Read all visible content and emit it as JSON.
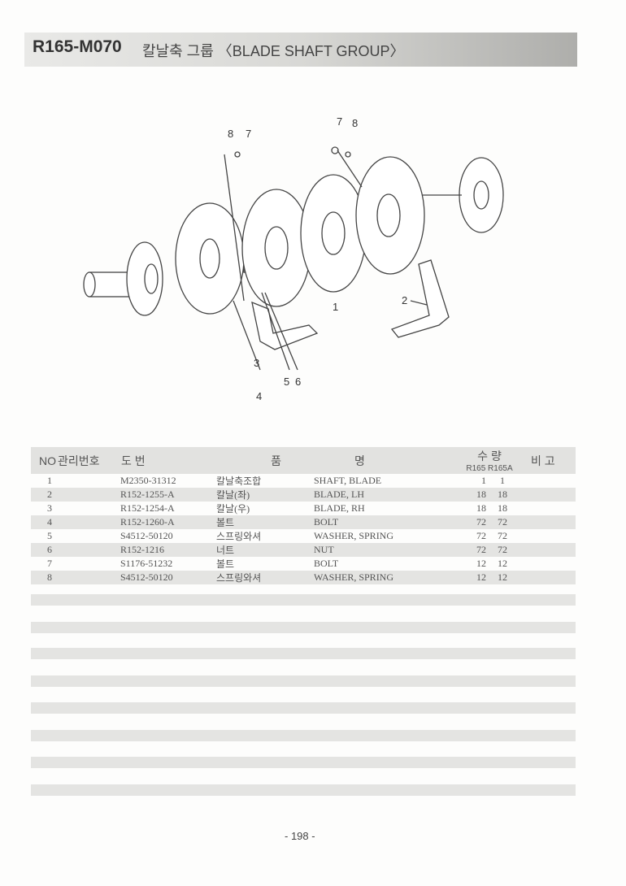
{
  "header": {
    "code": "R165-M070",
    "title": "칼날축 그룹 〈BLADE SHAFT GROUP〉"
  },
  "diagram": {
    "callouts": [
      "8",
      "7",
      "7",
      "8",
      "1",
      "2",
      "3",
      "4",
      "5",
      "6"
    ]
  },
  "table": {
    "headers": {
      "no": "NO",
      "mgmt": "관리번호",
      "drawing": "도   번",
      "name_kr": "품",
      "name_en": "명",
      "qty": "수 량",
      "qty_a": "R165",
      "qty_b": "R165A",
      "remark": "비  고"
    },
    "rows": [
      {
        "no": "1",
        "part": "M2350-31312",
        "kr": "칼날축조합",
        "en": "SHAFT, BLADE",
        "a": "1",
        "b": "1"
      },
      {
        "no": "2",
        "part": "R152-1255-A",
        "kr": "칼날(좌)",
        "en": "BLADE, LH",
        "a": "18",
        "b": "18"
      },
      {
        "no": "3",
        "part": "R152-1254-A",
        "kr": "칼날(우)",
        "en": "BLADE, RH",
        "a": "18",
        "b": "18"
      },
      {
        "no": "4",
        "part": "R152-1260-A",
        "kr": "볼트",
        "en": "BOLT",
        "a": "72",
        "b": "72"
      },
      {
        "no": "5",
        "part": "S4512-50120",
        "kr": "스프링와셔",
        "en": "WASHER, SPRING",
        "a": "72",
        "b": "72"
      },
      {
        "no": "6",
        "part": "R152-1216",
        "kr": "너트",
        "en": "NUT",
        "a": "72",
        "b": "72"
      },
      {
        "no": "7",
        "part": "S1176-51232",
        "kr": "볼트",
        "en": "BOLT",
        "a": "12",
        "b": "12"
      },
      {
        "no": "8",
        "part": "S4512-50120",
        "kr": "스프링와셔",
        "en": "WASHER, SPRING",
        "a": "12",
        "b": "12"
      }
    ]
  },
  "page_number": "- 198 -"
}
